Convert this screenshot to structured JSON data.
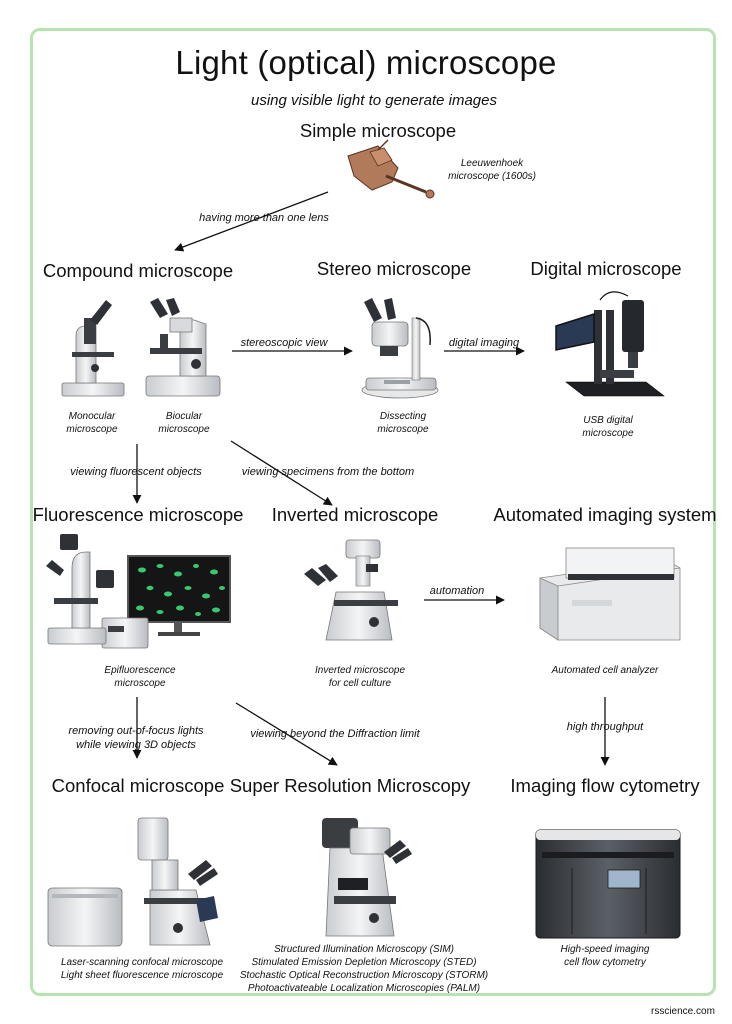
{
  "title": "Light (optical) microscope",
  "subtitle": "using visible light to generate images",
  "footer": "rsscience.com",
  "colors": {
    "border": "#b7e3b0",
    "arrow": "#111111",
    "fluorescence": "#3ddc7a"
  },
  "nodes": {
    "simple": {
      "heading": "Simple microscope",
      "caption": [
        "Leeuwenhoek",
        "microscope (1600s)"
      ]
    },
    "compound": {
      "heading": "Compound microscope",
      "caption_mono": [
        "Monocular",
        "microscope"
      ],
      "caption_bio": [
        "Biocular",
        "microscope"
      ]
    },
    "stereo": {
      "heading": "Stereo microscope",
      "caption": [
        "Dissecting",
        "microscope"
      ]
    },
    "digital": {
      "heading": "Digital microscope",
      "caption": [
        "USB digital",
        "microscope"
      ]
    },
    "fluorescence": {
      "heading": "Fluorescence microscope",
      "caption": [
        "Epifluorescence",
        "microscope"
      ]
    },
    "inverted": {
      "heading": "Inverted microscope",
      "caption": [
        "Inverted microscope",
        "for cell culture"
      ]
    },
    "automated": {
      "heading": "Automated imaging system",
      "caption": [
        "Automated cell analyzer"
      ]
    },
    "confocal": {
      "heading": "Confocal microscope",
      "caption": [
        "Laser-scanning confocal microscope",
        "Light sheet fluorescence microscope"
      ]
    },
    "superres": {
      "heading": "Super Resolution Microscopy",
      "caption": [
        "Structured Illumination Microscopy (SIM)",
        "Stimulated Emission Depletion Microscopy (STED)",
        "Stochastic Optical Reconstruction Microscopy (STORM)",
        "Photoactivateable Localization Microscopies (PALM)"
      ]
    },
    "flow": {
      "heading": "Imaging flow cytometry",
      "caption": [
        "High-speed imaging",
        "cell flow cytometry"
      ]
    }
  },
  "edges": {
    "simple_compound": "having more than one lens",
    "compound_stereo": "stereoscopic view",
    "stereo_digital": "digital imaging",
    "compound_fluorescence": "viewing fluorescent objects",
    "compound_inverted": "viewing specimens from the bottom",
    "inverted_automated": "automation",
    "fluorescence_confocal": [
      "removing out-of-focus lights",
      "while viewing 3D objects"
    ],
    "fluorescence_superres": "viewing beyond the Diffraction limit",
    "automated_flow": "high throughput"
  }
}
